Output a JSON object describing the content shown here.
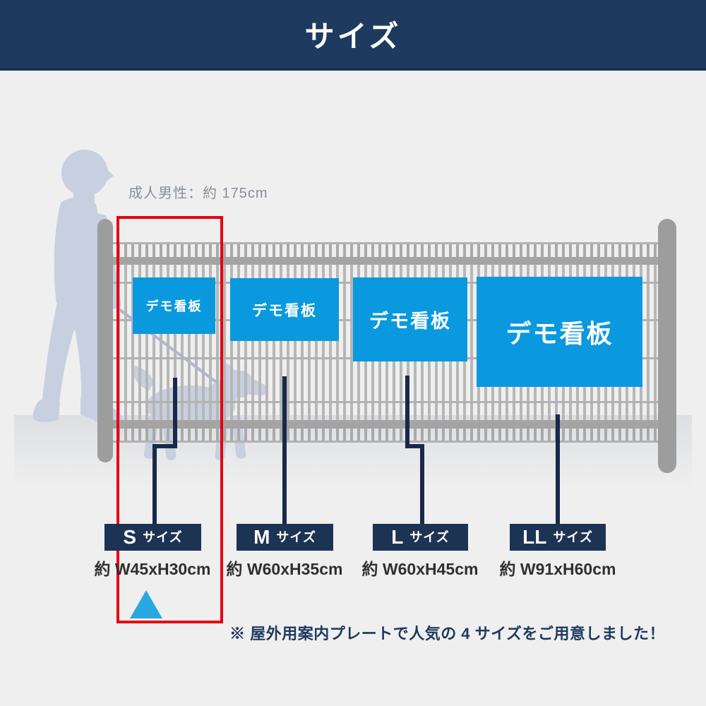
{
  "header": {
    "title": "サイズ"
  },
  "scale_reference": {
    "label": "成人男性：約 175cm"
  },
  "signboards": [
    {
      "size_code": "S",
      "text": "デモ看板"
    },
    {
      "size_code": "M",
      "text": "デモ看板"
    },
    {
      "size_code": "L",
      "text": "デモ看板"
    },
    {
      "size_code": "LL",
      "text": "デモ看板"
    }
  ],
  "size_labels": [
    {
      "code": "S",
      "unit": "サイズ",
      "dimensions": "約 W45xH30cm",
      "highlighted": true
    },
    {
      "code": "M",
      "unit": "サイズ",
      "dimensions": "約 W60xH35cm",
      "highlighted": false
    },
    {
      "code": "L",
      "unit": "サイズ",
      "dimensions": "約 W60xH45cm",
      "highlighted": false
    },
    {
      "code": "LL",
      "unit": "サイズ",
      "dimensions": "約 W91xH60cm",
      "highlighted": false
    }
  ],
  "footnote": {
    "text": "※ 屋外用案内プレートで人気の 4 サイズをご用意しました！"
  },
  "colors": {
    "header_navy": "#1e3a5f",
    "sign_blue": "#0a99de",
    "label_navy": "#1d3354",
    "leader_navy": "#18294a",
    "highlight_red": "#e60012",
    "triangle_blue": "#29a8e0",
    "silhouette_gray": "#c8cfe0",
    "fence_gray": "#a4a4a4",
    "background_gray": "#efefef"
  }
}
